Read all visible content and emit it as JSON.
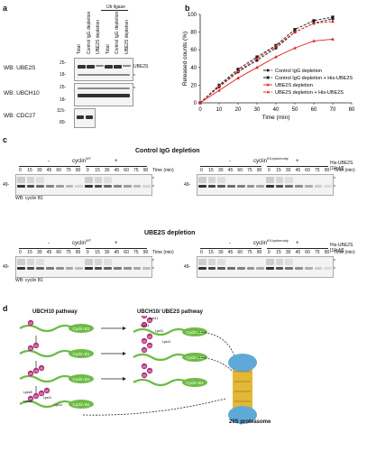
{
  "panel_a": {
    "letter": "a",
    "ub_ligase_label": "Ub ligase",
    "lane_labels": [
      "Total",
      "Control IgG depletion",
      "UBE2S depletion",
      "Total",
      "Control IgG depletion",
      "UBE2S depletion"
    ],
    "rows": [
      {
        "label": "WB: UBE2S",
        "mw": [
          "25-",
          "18-"
        ],
        "right": "UBE2S"
      },
      {
        "label": "WB: UBCH10",
        "mw": [
          "25-",
          "18-"
        ],
        "right": "*"
      },
      {
        "label": "WB: CDC27",
        "mw": [
          "115-",
          "80-"
        ],
        "right": ""
      }
    ]
  },
  "panel_b": {
    "letter": "b",
    "chart_data": {
      "type": "line",
      "xlabel": "Time (min)",
      "ylabel": "Released counts (%)",
      "xticks": [
        0,
        10,
        20,
        30,
        40,
        50,
        60,
        70,
        80
      ],
      "yticks": [
        0,
        20,
        40,
        60,
        80,
        100
      ],
      "xlim": [
        0,
        80
      ],
      "ylim": [
        0,
        100
      ],
      "legend_position": "bottom-right",
      "series": [
        {
          "name": "Control IgG depletion",
          "color": "#1a1a1a",
          "style": "dashed",
          "marker": "circle",
          "x": [
            0,
            10,
            20,
            30,
            40,
            50,
            60,
            70
          ],
          "y": [
            0,
            18,
            35,
            48,
            62,
            80,
            90,
            95
          ]
        },
        {
          "name": "Control IgG depletion + His-UBE2S",
          "color": "#1a1a1a",
          "style": "dashed",
          "marker": "square",
          "x": [
            0,
            10,
            20,
            30,
            40,
            50,
            60,
            70
          ],
          "y": [
            0,
            20,
            38,
            52,
            65,
            83,
            93,
            97
          ]
        },
        {
          "name": "UBE2S depletion",
          "color": "#e02020",
          "style": "solid",
          "marker": "triangle",
          "x": [
            0,
            10,
            20,
            30,
            40,
            50,
            60,
            70
          ],
          "y": [
            0,
            14,
            28,
            40,
            52,
            62,
            70,
            72
          ]
        },
        {
          "name": "UBE2S depletion + His-UBE2S",
          "color": "#e02020",
          "style": "dashed",
          "marker": "triangle",
          "x": [
            0,
            10,
            20,
            30,
            40,
            50,
            60,
            70
          ],
          "y": [
            0,
            19,
            36,
            50,
            64,
            80,
            90,
            92
          ]
        }
      ]
    }
  },
  "panel_c": {
    "letter": "c",
    "top_title": "Control IgG depletion",
    "bottom_title": "UBE2S depletion",
    "his_label": "His-UBE2S [10nM]",
    "minus": "-",
    "plus": "+",
    "time_label": "Time (min)",
    "time_points": [
      "0",
      "15",
      "30",
      "45",
      "60",
      "75",
      "90"
    ],
    "cyclin_wt": "cyclin",
    "cyclin_wt_sup": "WT",
    "cyclin_k0": "cyclin",
    "cyclin_k0_sup": "K0-lysineonly",
    "wb_label": "WB: cyclin B1",
    "mw": "49-",
    "star": "*"
  },
  "panel_d": {
    "letter": "d",
    "left_title": "UBCH10 pathway",
    "right_title": "UBCH10/ UBE2S pathway",
    "substrate": "Cyclin B1",
    "ub": "Ub",
    "lys_labels": [
      "Lys11",
      "Lys11",
      "Lys11",
      "Lys48",
      "Lys11",
      "Lys11",
      "Lys11",
      "Lys63"
    ],
    "proteasome": "26S proteasome"
  },
  "colors": {
    "green": "#6dbb45",
    "ub": "#b0307a",
    "red": "#e02020",
    "proteasome_blue": "#5fa9d8",
    "proteasome_gold": "#e0b020"
  }
}
